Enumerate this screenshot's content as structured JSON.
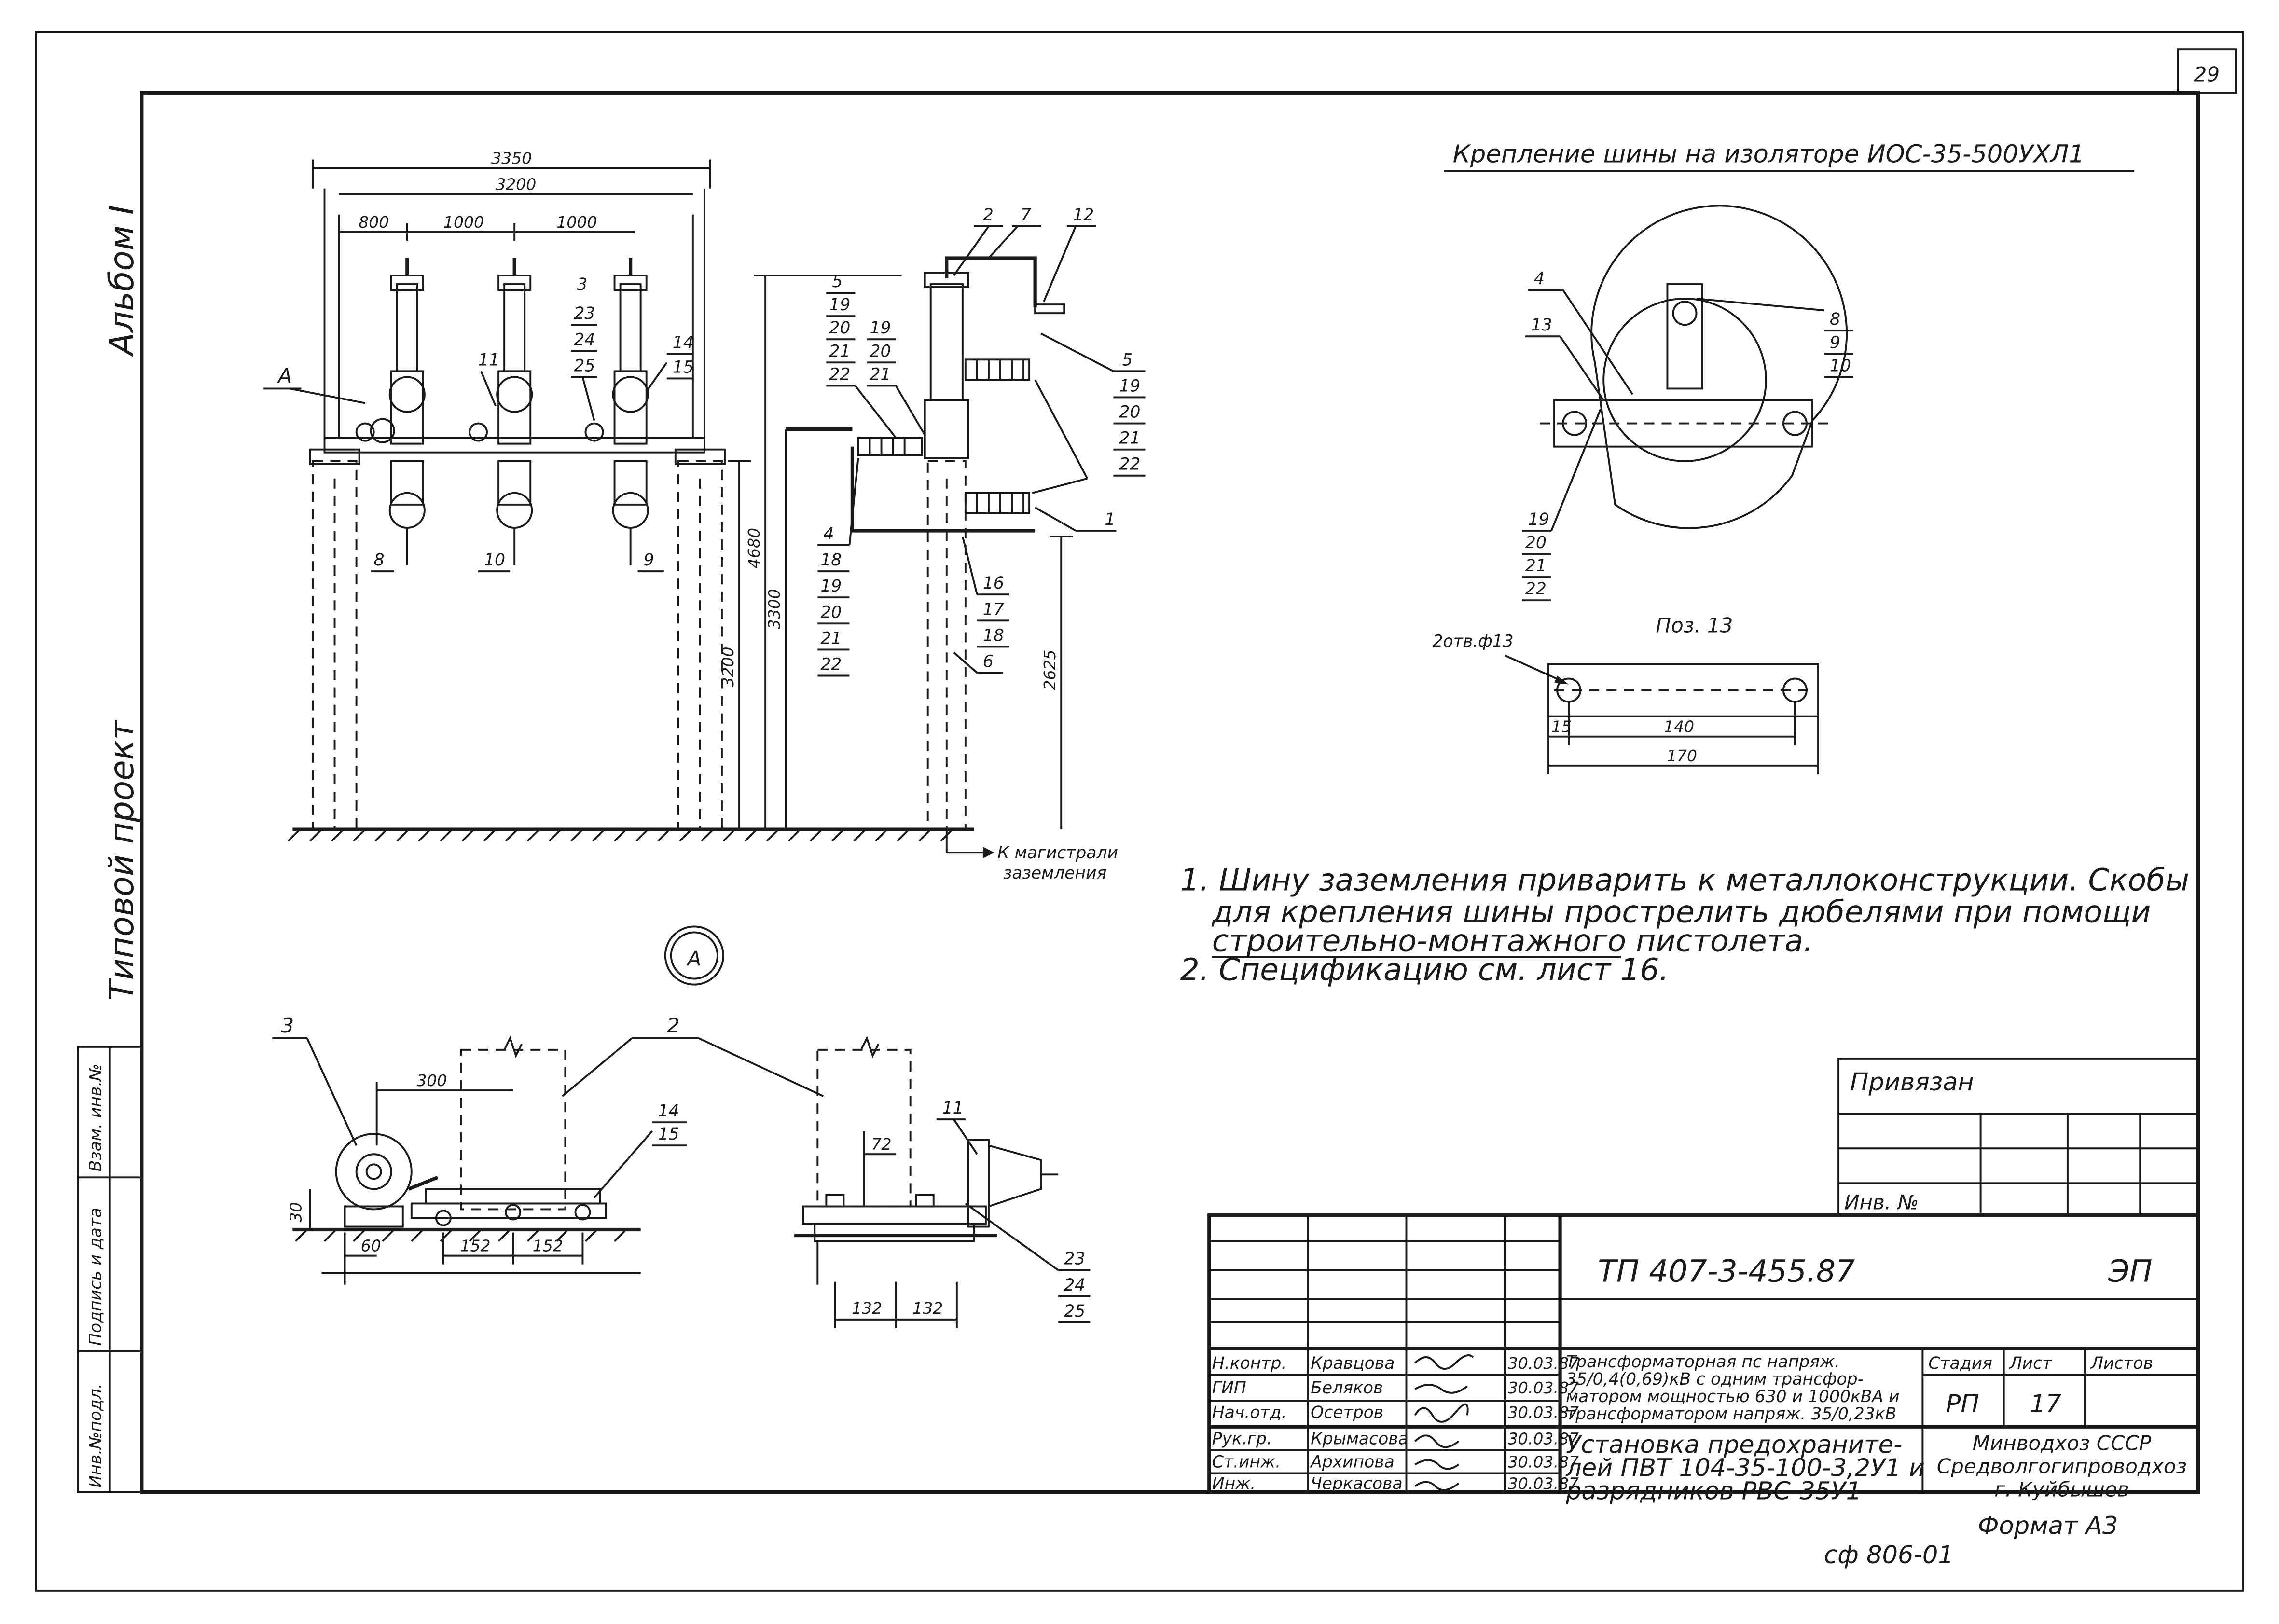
{
  "page_number": "29",
  "side_labels": {
    "album": "Альбом I",
    "project": "Типовой проект",
    "stamps": [
      "Инв.№подл.",
      "Подпись и дата",
      "Взам. инв.№"
    ]
  },
  "section_title": "Крепление шины на изоляторе ИОС-35-500УХЛ1",
  "pos_label": "Поз. 13",
  "view_a": "А",
  "callout_a": "А",
  "ground_label": [
    "К магистрали",
    "заземления"
  ],
  "dims_front": {
    "d3350": "3350",
    "d3200": "3200",
    "d800": "800",
    "d1000a": "1000",
    "d1000b": "1000",
    "v3200": "3200",
    "v4680": "4680"
  },
  "dims_side": {
    "v3300": "3300",
    "v2625": "2625"
  },
  "dims_pos13": {
    "holes": "2отв.ф13",
    "d15": "15",
    "d140": "140",
    "d170": "170"
  },
  "dims_detail": {
    "d300": "300",
    "d30": "30",
    "d60": "60",
    "d152a": "152",
    "d152b": "152",
    "d72": "72",
    "d132a": "132",
    "d132b": "132"
  },
  "callouts_front": {
    "a": "А",
    "c3": "3",
    "c23": "23",
    "c24": "24",
    "c25": "25",
    "c11": "11",
    "c14": "14",
    "c15": "15",
    "c8": "8",
    "c10": "10",
    "c9": "9"
  },
  "callouts_side": {
    "c2": "2",
    "c7": "7",
    "c12": "12",
    "stack5a": [
      "5",
      "19",
      "20",
      "21",
      "22"
    ],
    "stack19": [
      "19",
      "20",
      "21"
    ],
    "stack5b": [
      "5",
      "19",
      "20",
      "21",
      "22"
    ],
    "stack4": [
      "4",
      "18",
      "19",
      "20",
      "21",
      "22"
    ],
    "stack16": [
      "16",
      "17",
      "18"
    ],
    "c1": "1",
    "c6": "6"
  },
  "callouts_bus": {
    "c4": "4",
    "c13": "13",
    "stack8": [
      "8",
      "9",
      "10"
    ],
    "stack19": [
      "19",
      "20",
      "21",
      "22"
    ]
  },
  "callouts_detail": {
    "c3": "3",
    "c2": "2",
    "c14": "14",
    "c15": "15",
    "c11": "11",
    "stack23": [
      "23",
      "24",
      "25"
    ]
  },
  "notes": [
    "1. Шину заземления приварить к металлоконструкции. Скобы",
    "для крепления шины прострелить дюбелями при помощи",
    "строительно-монтажного пистолета.",
    "2. Спецификацию см. лист 16."
  ],
  "privyazan": "Привязан",
  "inv_no": "Инв. №",
  "doc_code": "ТП 407-3-455.87",
  "doc_mark": "ЭП",
  "title_project": [
    "Трансформаторная пс напряж.",
    "35/0,4(0,69)кВ с одним трансфор-",
    "матором мощностью 630 и 1000кВА и",
    "трансформатором напряж. 35/0,23кВ"
  ],
  "title_sheet": [
    "Установка предохраните-",
    "лей ПВТ 104-35-100-3,2У1 и",
    "разрядников РВС-35У1"
  ],
  "stage_header": "Стадия",
  "sheet_header": "Лист",
  "sheets_header": "Листов",
  "stage": "РП",
  "sheet": "17",
  "org": [
    "Минводхоз СССР",
    "Средволгогипроводхоз",
    "г. Куйбышев"
  ],
  "signatures": [
    {
      "role": "Н.контр.",
      "name": "Кравцова",
      "date": "30.03.87"
    },
    {
      "role": "ГИП",
      "name": "Беляков",
      "date": "30.03.87"
    },
    {
      "role": "Нач.отд.",
      "name": "Осетров",
      "date": "30.03.87"
    },
    {
      "role": "Рук.гр.",
      "name": "Крымасова",
      "date": "30.03.87"
    },
    {
      "role": "Ст.инж.",
      "name": "Архипова",
      "date": "30.03.87"
    },
    {
      "role": "Инж.",
      "name": "Черкасова",
      "date": "30.03.87"
    }
  ],
  "format": "Формат А3",
  "archive": "сф 806-01"
}
